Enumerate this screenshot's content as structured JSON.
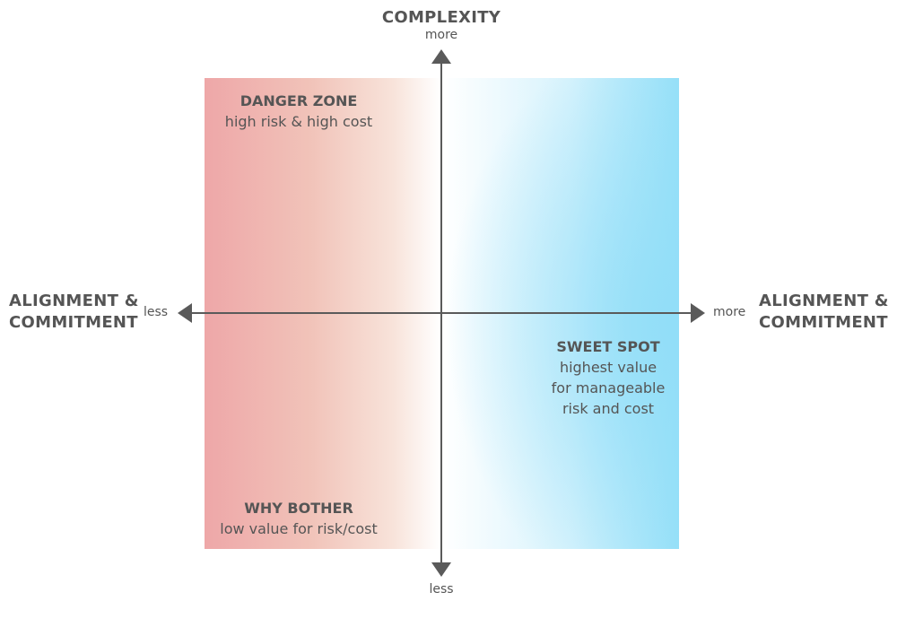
{
  "axes": {
    "vertical": {
      "title": "COMPLEXITY",
      "top_label": "more",
      "bottom_label": "less"
    },
    "horizontal": {
      "left_title_line1": "ALIGNMENT &",
      "left_title_line2": "COMMITMENT",
      "left_label": "less",
      "right_title_line1": "ALIGNMENT &",
      "right_title_line2": "COMMITMENT",
      "right_label": "more"
    }
  },
  "zones": {
    "danger": {
      "title": "DANGER ZONE",
      "desc": "high risk & high cost",
      "color": "#eea7a8"
    },
    "why_bother": {
      "title": "WHY BOTHER",
      "desc": "low value for risk/cost"
    },
    "sweet_spot": {
      "title": "SWEET SPOT",
      "desc_line1": "highest value",
      "desc_line2": "for manageable",
      "desc_line3": "risk and cost",
      "color": "#92def8"
    }
  },
  "colors": {
    "axis": "#5a5a5a",
    "text": "#555555"
  }
}
